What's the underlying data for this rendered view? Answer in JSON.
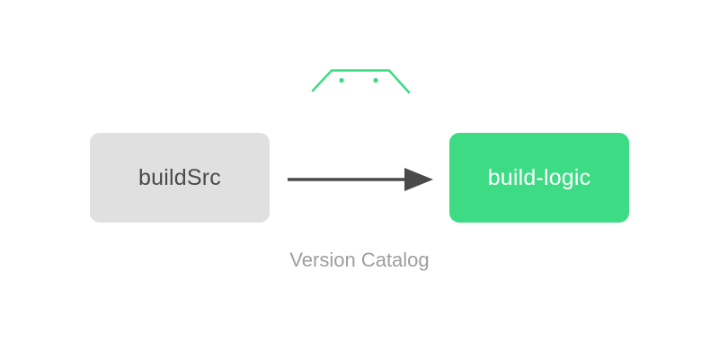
{
  "diagram": {
    "nodes": [
      {
        "id": "buildSrc",
        "label": "buildSrc"
      },
      {
        "id": "build-logic",
        "label": "build-logic"
      }
    ],
    "edge": {
      "from": "buildSrc",
      "to": "build-logic",
      "label": "Version Catalog"
    },
    "icons": {
      "top_icon": "android-head-icon"
    },
    "colors": {
      "background": "#ffffff",
      "source_bg": "#e0e0e0",
      "source_text": "#4a4a4a",
      "target_bg": "#3ddc84",
      "target_text": "#ffffff",
      "arrow": "#4a4a4a",
      "caption_text": "#9e9e9e",
      "icon": "#3ddc84"
    }
  }
}
